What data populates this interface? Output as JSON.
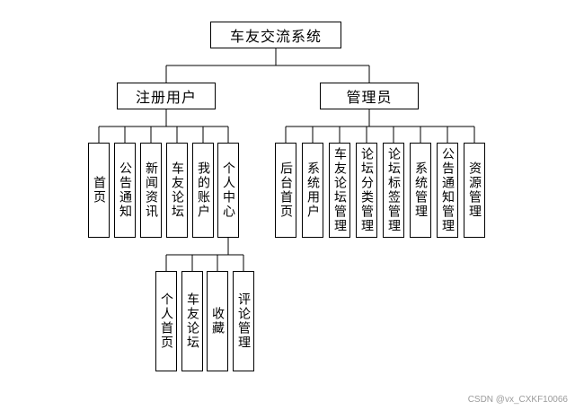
{
  "root": {
    "label": "车友交流系统"
  },
  "branches": [
    {
      "label": "注册用户",
      "children": [
        {
          "label": "首页"
        },
        {
          "label": "公告通知"
        },
        {
          "label": "新闻资讯"
        },
        {
          "label": "车友论坛"
        },
        {
          "label": "我的账户"
        },
        {
          "label": "个人中心"
        }
      ]
    },
    {
      "label": "管理员",
      "children": [
        {
          "label": "后台首页"
        },
        {
          "label": "系统用户"
        },
        {
          "label": "车友论坛管理"
        },
        {
          "label": "论坛分类管理"
        },
        {
          "label": "论坛标签管理"
        },
        {
          "label": "系统管理"
        },
        {
          "label": "公告通知管理"
        },
        {
          "label": "资源管理"
        }
      ]
    }
  ],
  "personal_center": {
    "children": [
      {
        "label": "个人首页"
      },
      {
        "label": "车友论坛"
      },
      {
        "label": "收藏"
      },
      {
        "label": "评论管理"
      }
    ]
  },
  "watermark": "CSDN @vx_CXKF10066"
}
